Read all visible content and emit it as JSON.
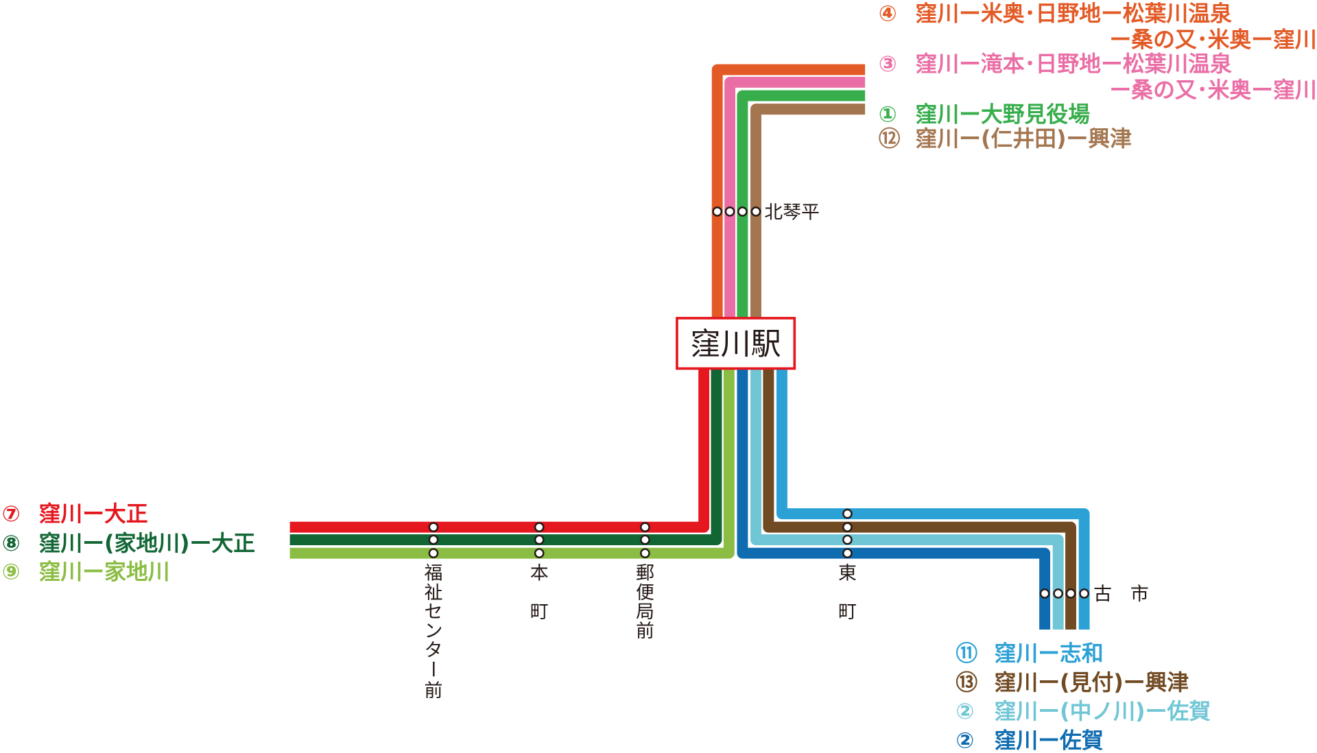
{
  "central_station": "窪川駅",
  "colors": {
    "route4": "#e35a26",
    "route3": "#ea6ea5",
    "route1": "#37ad4c",
    "route12": "#a37650",
    "route7": "#e5171f",
    "route8": "#116634",
    "route9": "#8bbd44",
    "route11": "#2ba1d5",
    "route13": "#704a22",
    "route2_naka": "#70c6d5",
    "route2": "#0f6cb1",
    "station_box": "#e5171f"
  },
  "legend_top": [
    {
      "num": "④",
      "line1": "窪川ー米奥･日野地ー松葉川温泉",
      "line2": "ー桑の又･米奥ー窪川"
    },
    {
      "num": "③",
      "line1": "窪川ー滝本･日野地ー松葉川温泉",
      "line2": "ー桑の又･米奥ー窪川"
    },
    {
      "num": "①",
      "line1": "窪川ー大野見役場"
    },
    {
      "num": "⑫",
      "line1": "窪川ー(仁井田)ー興津"
    }
  ],
  "legend_left": [
    {
      "num": "⑦",
      "label": "窪川ー大正"
    },
    {
      "num": "⑧",
      "label": "窪川ー(家地川)ー大正"
    },
    {
      "num": "⑨",
      "label": "窪川ー家地川"
    }
  ],
  "legend_bottom": [
    {
      "num": "⑪",
      "label": "窪川ー志和"
    },
    {
      "num": "⑬",
      "label": "窪川ー(見付)ー興津"
    },
    {
      "num": "②",
      "label": "窪川ー(中ノ川)ー佐賀"
    },
    {
      "num": "②",
      "label": "窪川ー佐賀"
    }
  ],
  "stations": {
    "kitakotohira": "北琴平",
    "fukushi": [
      "福",
      "祉",
      "セ",
      "ン",
      "タ",
      "ー",
      "前"
    ],
    "honmachi": [
      "本",
      "町"
    ],
    "yubinkyoku": [
      "郵",
      "便",
      "局",
      "前"
    ],
    "higashimachi": [
      "東",
      "町"
    ],
    "furuichi": "古　市"
  }
}
